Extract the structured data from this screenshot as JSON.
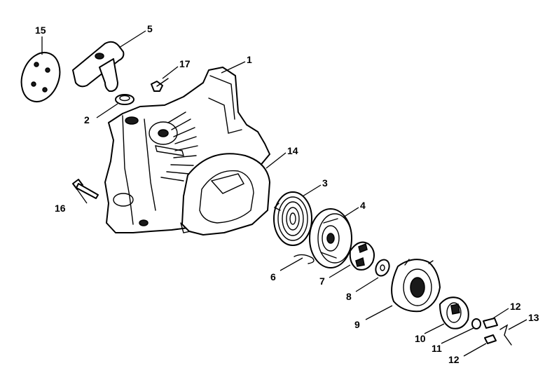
{
  "callouts": {
    "c1": "1",
    "c2": "2",
    "c3": "3",
    "c4": "4",
    "c5": "5",
    "c6": "6",
    "c7": "7",
    "c8": "8",
    "c9": "9",
    "c10": "10",
    "c11": "11",
    "c12a": "12",
    "c12b": "12",
    "c13": "13",
    "c14": "14",
    "c15": "15",
    "c16": "16",
    "c17": "17"
  }
}
